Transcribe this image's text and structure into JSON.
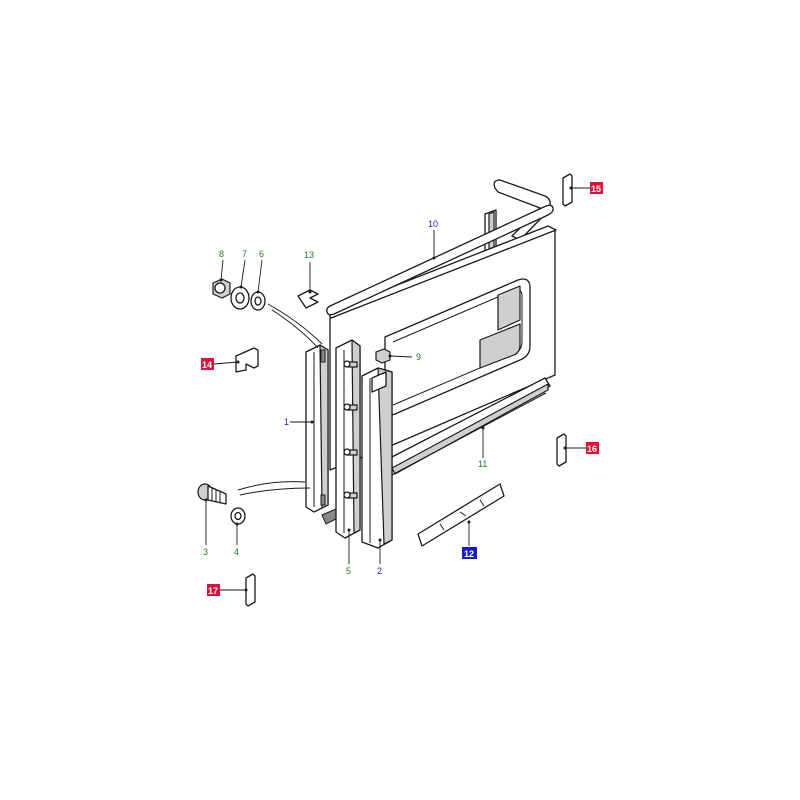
{
  "colors": {
    "label_blue": "#1a1acc",
    "label_green": "#1f7a1f",
    "highlight_red": "#e0103a",
    "highlight_blue": "#1a1acc",
    "outline": "#1a1a1a"
  },
  "callouts": {
    "c1": "1",
    "c2": "2",
    "c3": "3",
    "c4": "4",
    "c5": "5",
    "c6": "6",
    "c7": "7",
    "c8": "8",
    "c9": "9",
    "c10": "10",
    "c11": "11",
    "c12": "12",
    "c13": "13",
    "c14": "14",
    "c15": "15",
    "c16": "16",
    "c17": "17"
  }
}
